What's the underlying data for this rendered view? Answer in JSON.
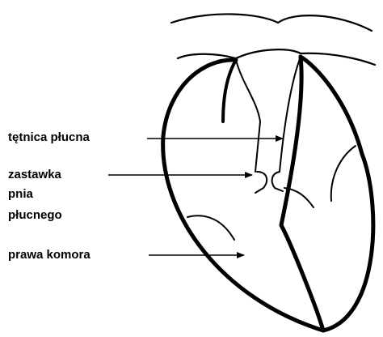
{
  "labels": {
    "pulmonary_artery": "tętnica płucna",
    "pulmonary_valve_line1": "zastawka",
    "pulmonary_valve_line2": "pnia",
    "pulmonary_valve_line3": "płucnego",
    "right_ventricle": "prawa komora"
  },
  "colors": {
    "stroke": "#000000",
    "background": "#ffffff"
  }
}
